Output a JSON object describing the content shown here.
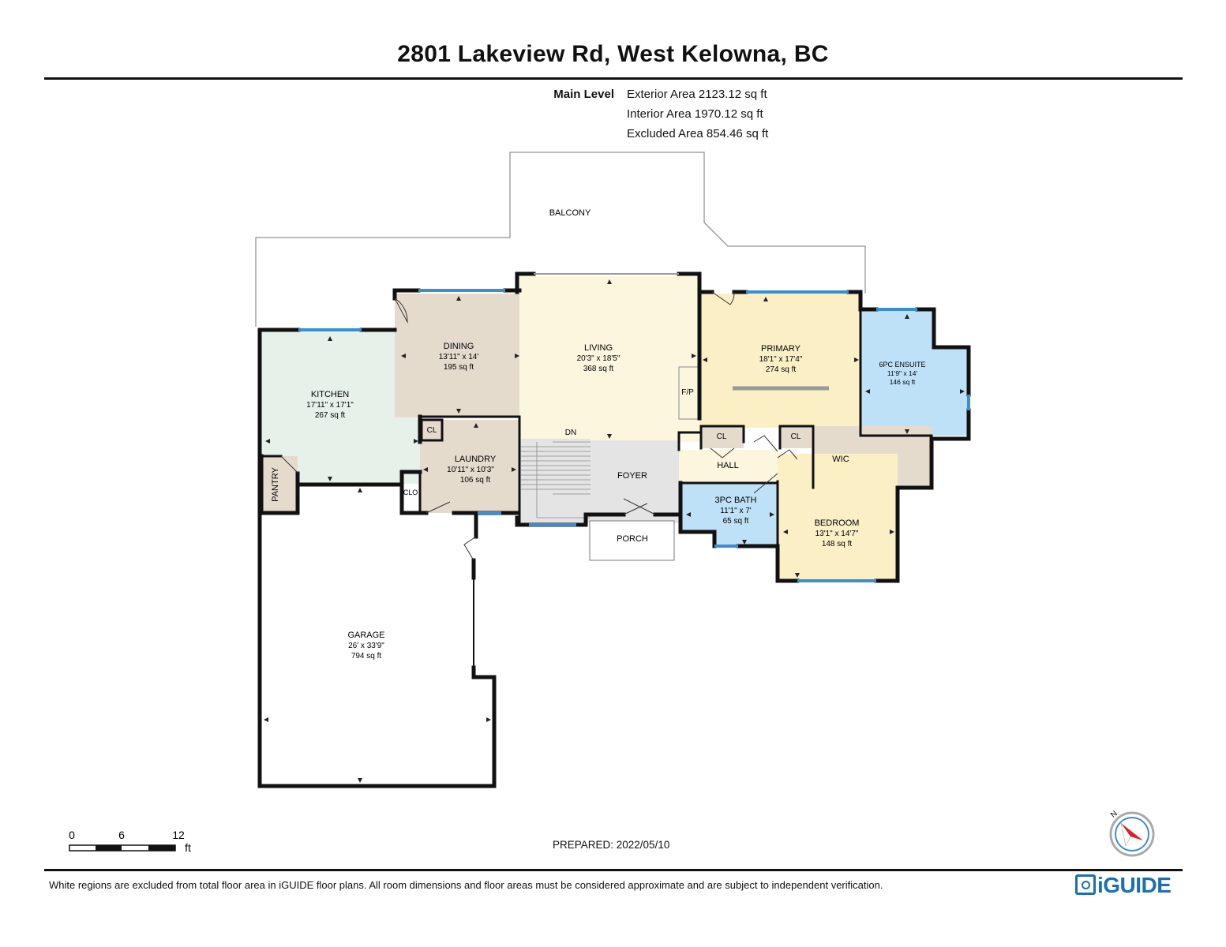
{
  "header": {
    "title": "2801 Lakeview Rd, West Kelowna, BC"
  },
  "summary": {
    "level": "Main Level",
    "areas": [
      "Exterior Area 2123.12 sq ft",
      "Interior Area 1970.12 sq ft",
      "Excluded Area 854.46 sq ft"
    ]
  },
  "colors": {
    "kitchen": "#e6f1ea",
    "dining": "#e5dbcd",
    "living": "#fcf6df",
    "primary": "#fbefc6",
    "ensuite": "#bfe1f7",
    "bath": "#bfe1f7",
    "bedroom": "#fbefc6",
    "laundry": "#e5dbcd",
    "wic": "#e5dbcd",
    "foyer": "#e4e4e4",
    "hall": "#fcf6df",
    "wall": "#111111",
    "window": "#3b8fd0"
  },
  "rooms": {
    "balcony": {
      "name": "BALCONY"
    },
    "kitchen": {
      "name": "KITCHEN",
      "dims": "17'11\" x 17'1\"",
      "area": "267 sq ft"
    },
    "dining": {
      "name": "DINING",
      "dims": "13'11\" x 14'",
      "area": "195 sq ft"
    },
    "living": {
      "name": "LIVING",
      "dims": "20'3\" x 18'5\"",
      "area": "368 sq ft"
    },
    "primary": {
      "name": "PRIMARY",
      "dims": "18'1\" x 17'4\"",
      "area": "274 sq ft"
    },
    "ensuite": {
      "name": "6PC ENSUITE",
      "dims": "11'9\" x 14'",
      "area": "146 sq ft"
    },
    "laundry": {
      "name": "LAUNDRY",
      "dims": "10'11\" x 10'3\"",
      "area": "106 sq ft"
    },
    "bath": {
      "name": "3PC BATH",
      "dims": "11'1\" x 7'",
      "area": "65 sq ft"
    },
    "bedroom": {
      "name": "BEDROOM",
      "dims": "13'1\" x 14'7\"",
      "area": "148 sq ft"
    },
    "garage": {
      "name": "GARAGE",
      "dims": "26' x 33'9\"",
      "area": "794 sq ft"
    },
    "pantry": {
      "name": "PANTRY"
    },
    "foyer": {
      "name": "FOYER"
    },
    "porch": {
      "name": "PORCH"
    },
    "hall": {
      "name": "HALL"
    },
    "wic": {
      "name": "WIC"
    },
    "closet_laundry": {
      "name": "CL"
    },
    "closet_hall": {
      "name": "CL"
    },
    "closet_wic": {
      "name": "CL"
    },
    "closet_clo": {
      "name": "CLO"
    },
    "fireplace": {
      "name": "F/P"
    },
    "stairs": {
      "name": "DN"
    }
  },
  "scale": {
    "labels": [
      "0",
      "6",
      "12"
    ],
    "unit": "ft"
  },
  "compass": {
    "label": "N",
    "icon": "compass-icon"
  },
  "footer": {
    "prepared": "PREPARED: 2022/05/10",
    "disclaimer": "White regions are excluded from total floor area in iGUIDE floor plans. All room dimensions and floor areas must be considered approximate and are subject to independent verification.",
    "brand": "iGUIDE"
  }
}
